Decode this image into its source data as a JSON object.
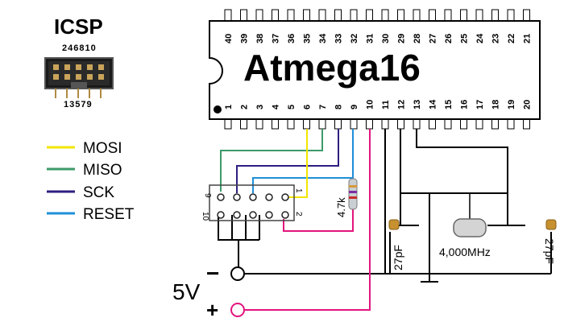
{
  "colors": {
    "mosi": "#f2e600",
    "miso": "#3d9a6a",
    "sck": "#2e1e80",
    "reset": "#1f8fd8",
    "power": "#e2157e",
    "wire": "#000000"
  },
  "header": {
    "title": "ICSP",
    "top_pins": "246810",
    "bottom_pins": "13579"
  },
  "chip": {
    "label": "Atmega16",
    "top_pins": [
      "40",
      "39",
      "38",
      "37",
      "36",
      "35",
      "34",
      "33",
      "32",
      "31",
      "30",
      "29",
      "28",
      "27",
      "26",
      "25",
      "24",
      "23",
      "22",
      "21"
    ],
    "bottom_pins": [
      "1",
      "2",
      "3",
      "4",
      "5",
      "6",
      "7",
      "8",
      "9",
      "10",
      "11",
      "12",
      "13",
      "14",
      "15",
      "16",
      "17",
      "18",
      "19",
      "20"
    ]
  },
  "legend": [
    {
      "label": "MOSI",
      "color": "#f2e600"
    },
    {
      "label": "MISO",
      "color": "#3d9a6a"
    },
    {
      "label": "SCK",
      "color": "#2e1e80"
    },
    {
      "label": "RESET",
      "color": "#1f8fd8"
    }
  ],
  "connector": {
    "pin_9": "9",
    "pin_1": "1",
    "pin_10": "10",
    "pin_2": "2"
  },
  "components": {
    "resistor": "4.7k",
    "cap_left": "27pF",
    "cap_right": "27pF",
    "crystal": "4,000MHz"
  },
  "power": {
    "voltage": "5V",
    "minus": "−",
    "plus": "+"
  }
}
